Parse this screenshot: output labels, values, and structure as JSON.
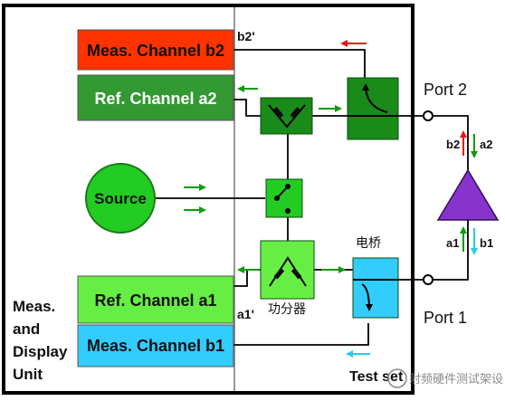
{
  "blocks": {
    "meas_b2": "Meas. Channel b2",
    "ref_a2": "Ref. Channel a2",
    "source": "Source",
    "ref_a1": "Ref. Channel a1",
    "meas_b1": "Meas. Channel b1"
  },
  "labels": {
    "b2_prime": "b2'",
    "a1_prime": "a1'",
    "port2": "Port 2",
    "port1": "Port 1",
    "bridge": "电桥",
    "splitter": "功分器",
    "b2": "b2",
    "a2": "a2",
    "a1": "a1",
    "b1": "b1",
    "display_unit": [
      "Meas.",
      "and",
      "Display",
      "Unit"
    ],
    "test_set": "Test set",
    "watermark": "射频硬件测试架设"
  },
  "colors": {
    "meas_b2": "#ff3300",
    "ref_a2": "#339933",
    "source": "#22cc22",
    "ref_a1": "#66ee44",
    "meas_b1": "#33ccff",
    "coupler": "#1a8a1a",
    "dut": "#8833cc",
    "arrow_green": "#119911",
    "arrow_red": "#ee1111",
    "arrow_cyan": "#22ccee"
  }
}
